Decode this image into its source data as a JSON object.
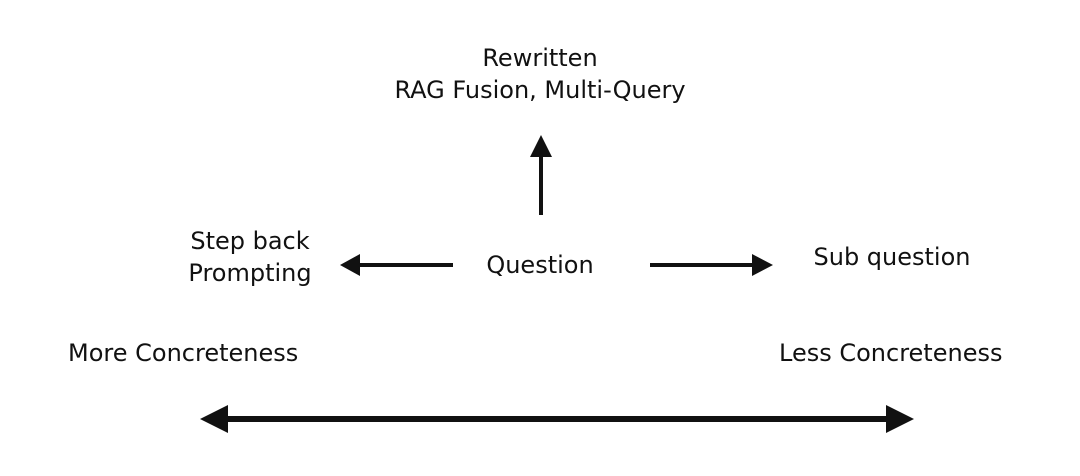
{
  "nodes": {
    "rewritten": {
      "line1": "Rewritten",
      "line2": "RAG Fusion, Multi-Query"
    },
    "step_back": {
      "line1": "Step back",
      "line2": "Prompting"
    },
    "question": "Question",
    "sub_question": "Sub question"
  },
  "axis": {
    "left_label": "More Concreteness",
    "right_label": "Less Concreteness"
  },
  "colors": {
    "ink": "#111111",
    "background": "#ffffff"
  }
}
